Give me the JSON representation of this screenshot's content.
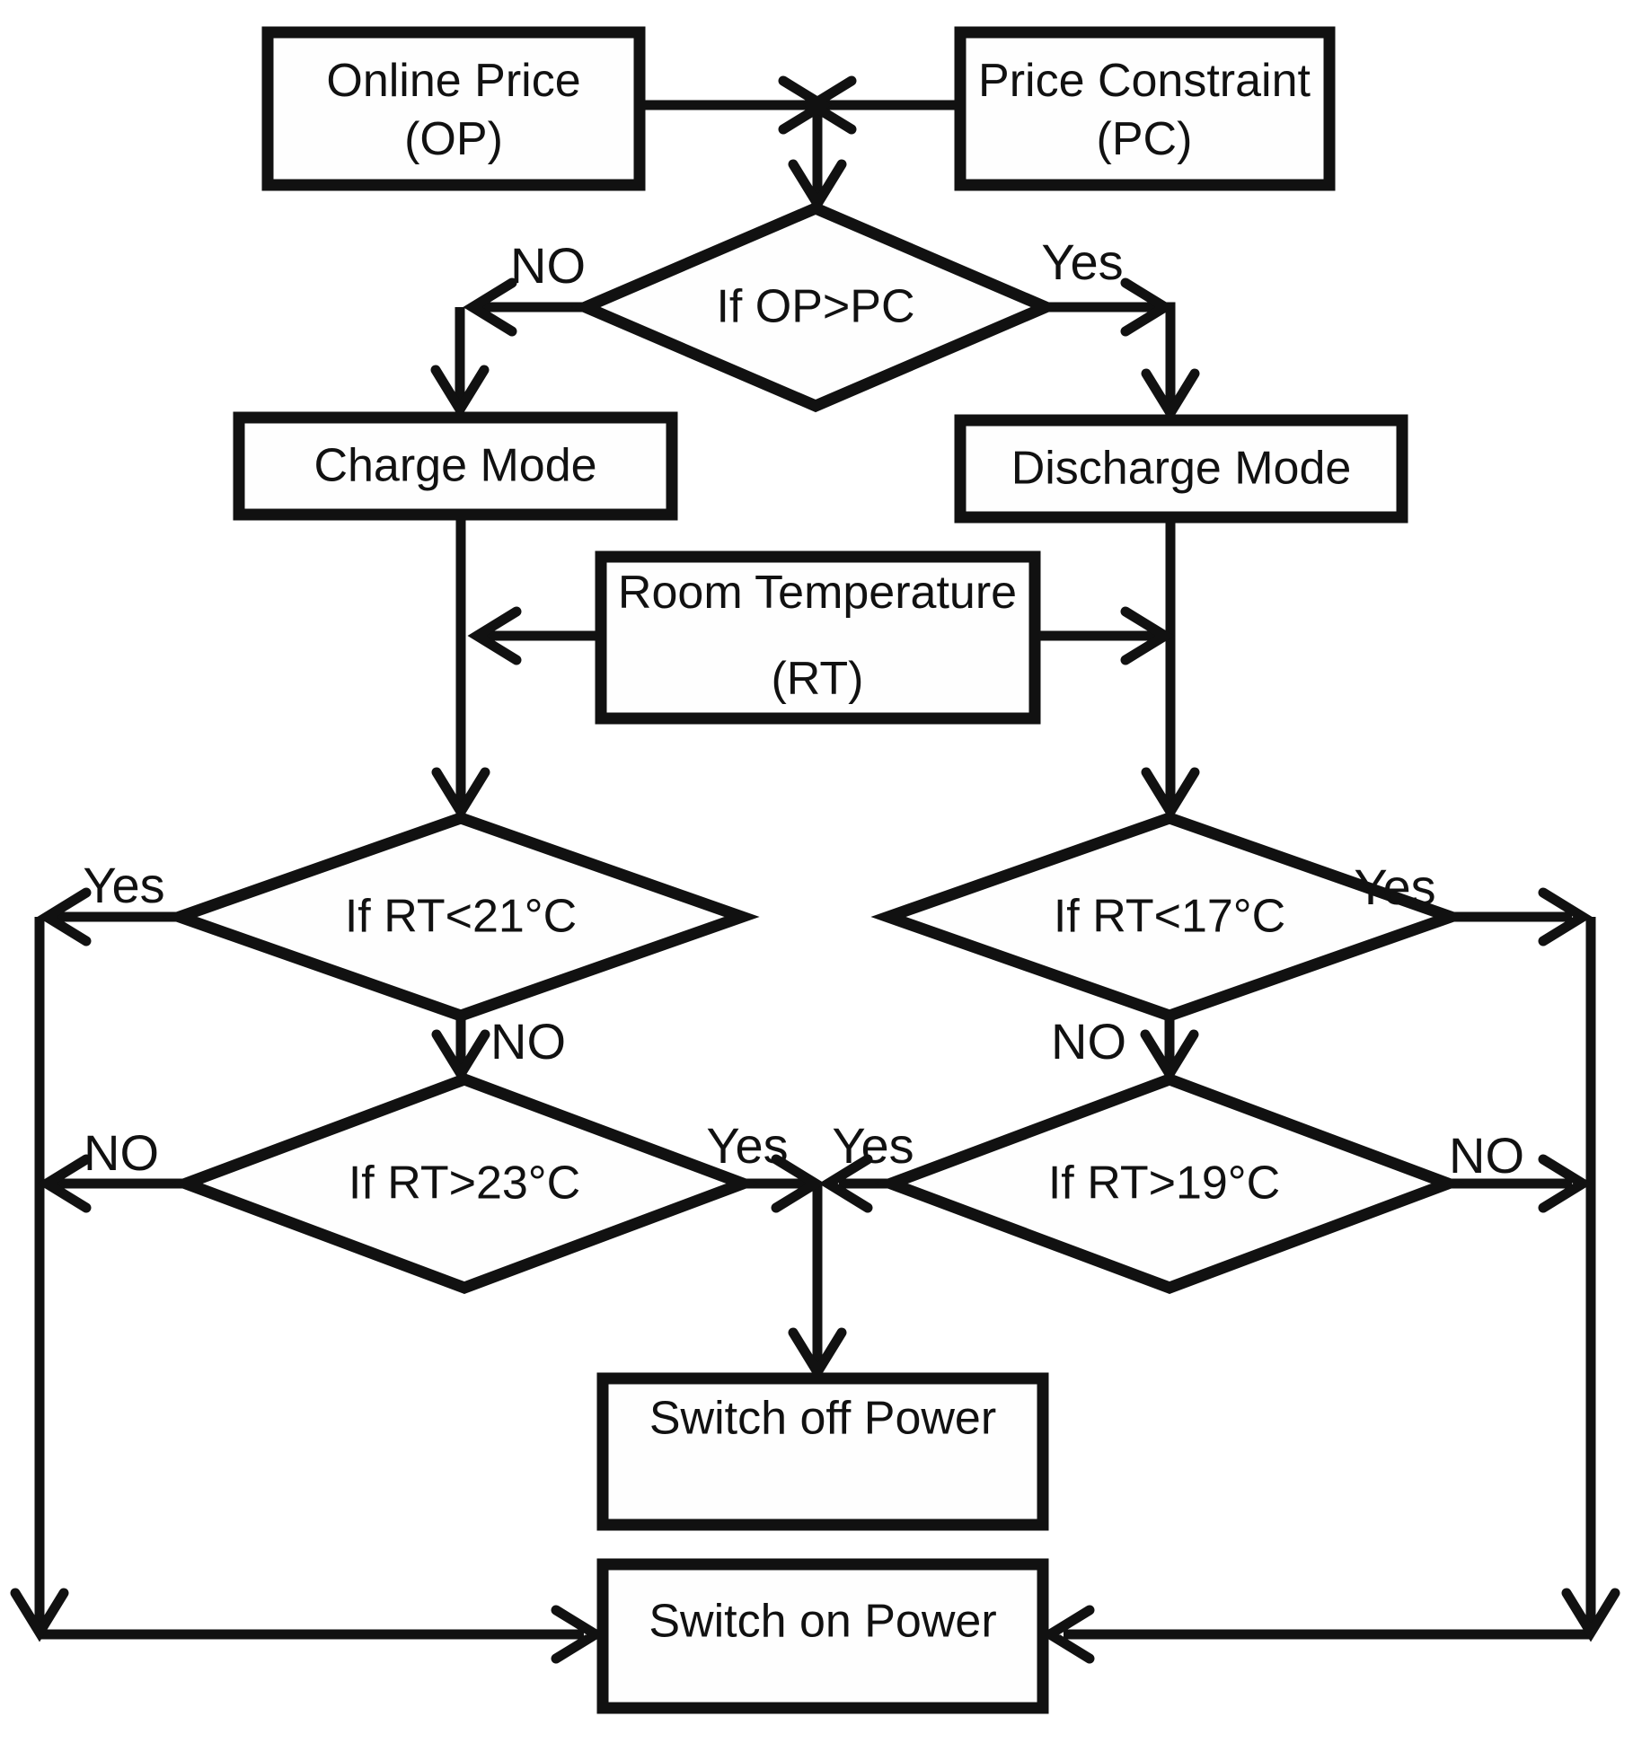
{
  "diagram": {
    "nodes": {
      "online_price": {
        "line1": "Online Price",
        "line2": "(OP)"
      },
      "price_constraint": {
        "line1": "Price Constraint",
        "line2": "(PC)"
      },
      "if_op_gt_pc": {
        "label": "If OP>PC"
      },
      "charge_mode": {
        "label": "Charge Mode"
      },
      "discharge_mode": {
        "label": "Discharge Mode"
      },
      "room_temperature": {
        "line1": "Room Temperature",
        "line2": "(RT)"
      },
      "if_rt_lt_21": {
        "label": "If RT<21°C"
      },
      "if_rt_lt_17": {
        "label": "If RT<17°C"
      },
      "if_rt_gt_23": {
        "label": "If RT>23°C"
      },
      "if_rt_gt_19": {
        "label": "If RT>19°C"
      },
      "switch_off_power": {
        "label": "Switch off Power"
      },
      "switch_on_power": {
        "label": "Switch on Power"
      }
    },
    "edge_labels": {
      "op_pc_no": "NO",
      "op_pc_yes": "Yes",
      "rt21_yes": "Yes",
      "rt21_no": "NO",
      "rt17_yes": "Yes",
      "rt17_no": "NO",
      "rt23_no": "NO",
      "rt23_yes": "Yes",
      "rt19_yes": "Yes",
      "rt19_no": "NO"
    },
    "colors": {
      "ink": "#111111",
      "background": "#ffffff"
    }
  }
}
